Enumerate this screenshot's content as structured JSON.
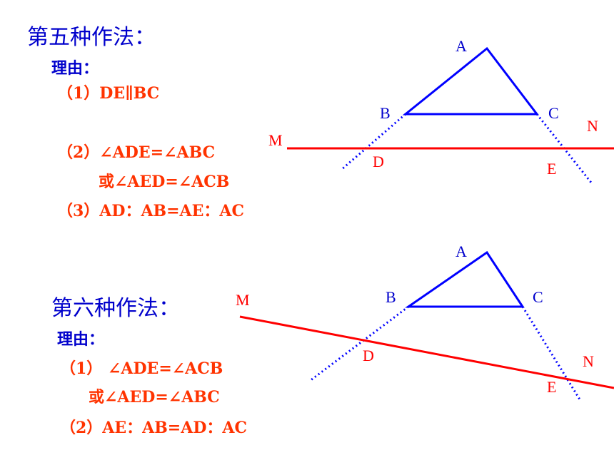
{
  "section1": {
    "title": "第五种作法：",
    "reason_label": "理由：",
    "items": [
      "（1）DE∥BC",
      "（2）∠ADE=∠ABC",
      "或∠AED=∠ACB",
      "（3）AD：AB=AE：AC"
    ],
    "diagram_labels": {
      "A": "A",
      "B": "B",
      "C": "C",
      "D": "D",
      "E": "E",
      "M": "M",
      "N": "N"
    }
  },
  "section2": {
    "title": "第六种作法：",
    "reason_label": "理由：",
    "items": [
      "（1） ∠ADE=∠ACB",
      "或∠AED=∠ABC",
      "（2）AE：AB=AD：AC"
    ],
    "diagram_labels": {
      "A": "A",
      "B": "B",
      "C": "C",
      "D": "D",
      "E": "E",
      "M": "M",
      "N": "N"
    }
  },
  "colors": {
    "blue": "#0000cc",
    "red": "#ff3300"
  }
}
